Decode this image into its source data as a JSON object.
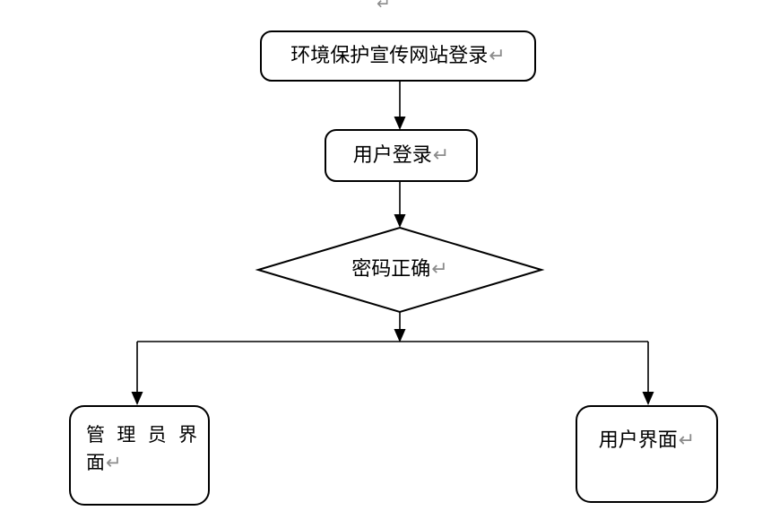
{
  "page": {
    "background_color": "#ffffff",
    "top_paragraph_mark": "↵"
  },
  "flowchart": {
    "type": "flowchart",
    "line_color": "#000000",
    "text_color": "#000000",
    "shape_fill": "#ffffff",
    "return_mark": "↵",
    "return_mark_color": "#8c8c8c",
    "nodes": {
      "start": {
        "type": "rounded-rectangle",
        "label": "环境保护宣传网站登录"
      },
      "user_login": {
        "type": "rounded-rectangle",
        "label": "用户登录"
      },
      "password_check": {
        "type": "decision-diamond",
        "label": "密码正确"
      },
      "admin_interface": {
        "type": "rounded-rectangle",
        "label": "管理员界面",
        "label_lines": [
          "管理员界",
          "面"
        ]
      },
      "user_interface": {
        "type": "rounded-rectangle",
        "label": "用户界面"
      }
    },
    "connections": [
      {
        "from": "start",
        "to": "user_login",
        "style": "arrow-down"
      },
      {
        "from": "user_login",
        "to": "password_check",
        "style": "arrow-down"
      },
      {
        "from": "password_check",
        "to": "branch-line",
        "style": "arrow-down"
      },
      {
        "from": "branch-line",
        "to": "admin_interface",
        "style": "arrow-down"
      },
      {
        "from": "branch-line",
        "to": "user_interface",
        "style": "arrow-down"
      }
    ]
  }
}
